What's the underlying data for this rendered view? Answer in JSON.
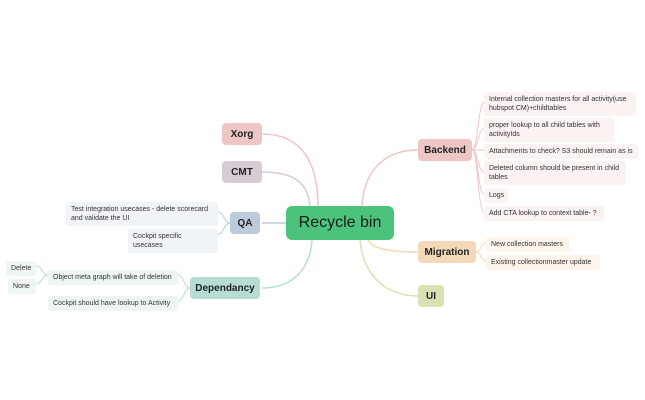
{
  "central": "Recycle bin",
  "branches": {
    "xorg": {
      "label": "Xorg"
    },
    "cmt": {
      "label": "CMT"
    },
    "qa": {
      "label": "QA",
      "items": [
        "Test integration usecases - delete scorecard and validate the UI",
        "Cockpit specific usecases"
      ]
    },
    "dependancy": {
      "label": "Dependancy",
      "items": [
        "Object meta graph will take of deletion",
        "Cockpit should have lookup to Activity"
      ],
      "sub_items": [
        "Delete",
        "None"
      ]
    },
    "backend": {
      "label": "Backend",
      "items": [
        "Internal collection masters for all activity(use hubspot CM)+childtables",
        "proper lookup to all child tables with activityIds",
        "Attachments to check? S3 should remain as is",
        "Deleted column should be present in child tables",
        "Logs",
        "Add CTA lookup to context table- ?"
      ]
    },
    "migration": {
      "label": "Migration",
      "items": [
        "New collection masters",
        "Existing collectionmaster update"
      ]
    },
    "ui": {
      "label": "UI"
    }
  },
  "colors": {
    "central": "#4cc37d",
    "xorg": "#eec6c6",
    "cmt": "#d9cbd6",
    "qa": "#bccbd9",
    "dependancy": "#b7dcd4",
    "backend": "#eec6c6",
    "migration": "#f4d9b8",
    "ui": "#d8e2b4"
  }
}
